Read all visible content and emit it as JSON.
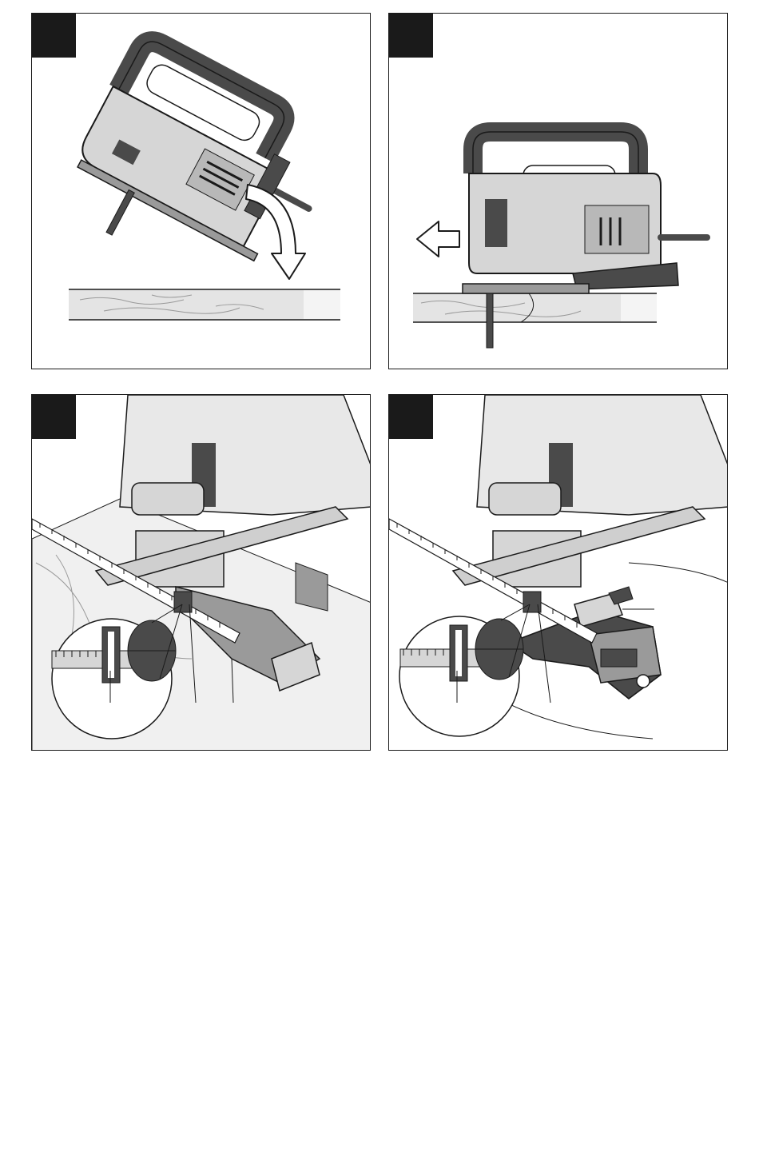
{
  "figures": [
    {
      "id": "fig-1",
      "badge": ""
    },
    {
      "id": "fig-2",
      "badge": ""
    },
    {
      "id": "fig-3",
      "badge": ""
    },
    {
      "id": "fig-4",
      "badge": ""
    }
  ],
  "icons": {
    "fig1": [
      "jigsaw-icon",
      "curved-arrow-icon",
      "wood-board-icon"
    ],
    "fig2": [
      "jigsaw-icon",
      "left-arrow-icon",
      "wood-board-icon"
    ],
    "fig3": [
      "jigsaw-icon",
      "guide-rail-icon",
      "ruler-scale-icon",
      "magnifier-detail-icon"
    ],
    "fig4": [
      "jigsaw-icon",
      "guide-rail-icon",
      "ruler-scale-icon",
      "magnifier-detail-icon",
      "circle-guide-pin-icon"
    ]
  },
  "colors": {
    "line": "#1a1a1a",
    "dark": "#4a4a4a",
    "mid": "#9a9a9a",
    "light": "#d6d6d6",
    "wood": "#e4e4e4"
  }
}
